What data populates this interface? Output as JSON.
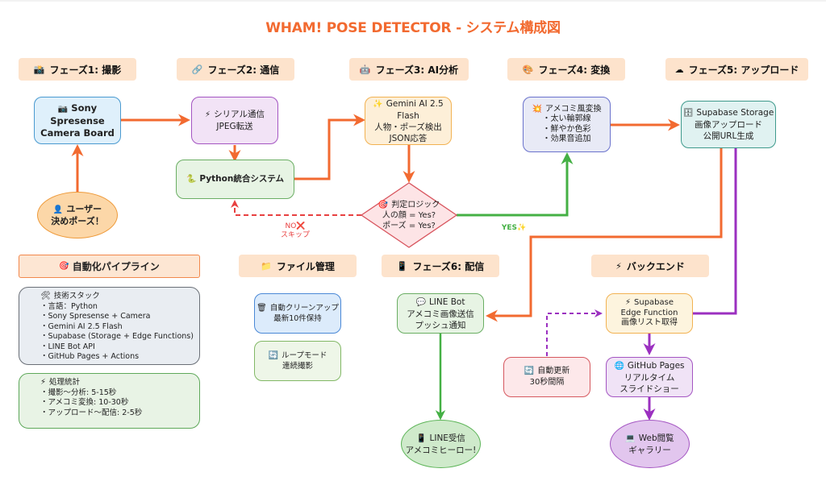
{
  "title": "WHAM! POSE DETECTOR - システム構成図",
  "colors": {
    "accent": "#f26a30",
    "orange_arrow": "#f26a30",
    "green_arrow": "#44b044",
    "purple_arrow": "#9b30c0",
    "red_dashed": "#e84040",
    "header_bg": "#fde3cc"
  },
  "phase_headers": [
    {
      "icon": "camera-flash-icon",
      "glyph": "📸",
      "label": "フェーズ1: 撮影"
    },
    {
      "icon": "link-icon",
      "glyph": "🔗",
      "label": "フェーズ2: 通信"
    },
    {
      "icon": "robot-icon",
      "glyph": "🤖",
      "label": "フェーズ3: AI分析"
    },
    {
      "icon": "palette-icon",
      "glyph": "🎨",
      "label": "フェーズ4: 変換"
    },
    {
      "icon": "cloud-icon",
      "glyph": "☁",
      "label": "フェーズ5: アップロード"
    },
    {
      "icon": "file-folder-icon",
      "glyph": "📁",
      "label": "ファイル管理"
    },
    {
      "icon": "phone-icon",
      "glyph": "📱",
      "label": "フェーズ6: 配信"
    },
    {
      "icon": "lightning-icon",
      "glyph": "⚡",
      "label": "バックエンド"
    }
  ],
  "nodes": {
    "camera": {
      "icon": "camera-icon",
      "glyph": "📷",
      "lines": [
        "Sony",
        "Spresense",
        "Camera Board"
      ]
    },
    "serial": {
      "icon": "lightning-icon",
      "glyph": "⚡",
      "lines": [
        "シリアル通信",
        "JPEG転送"
      ]
    },
    "python": {
      "icon": "snake-icon",
      "glyph": "🐍",
      "lines": [
        "Python統合システム"
      ]
    },
    "user": {
      "icon": "user-icon",
      "glyph": "👤",
      "lines": [
        "ユーザー",
        "決めポーズ！"
      ]
    },
    "gemini": {
      "icon": "sparkles-icon",
      "glyph": "✨",
      "lines": [
        "Gemini AI 2.5",
        "Flash",
        "人物・ポーズ検出",
        "JSON応答"
      ]
    },
    "decision": {
      "icon": "target-icon",
      "glyph": "🎯",
      "lines": [
        "判定ロジック",
        "人の顔 = Yes?",
        "ポーズ = Yes?"
      ]
    },
    "amecomi": {
      "icon": "collision-icon",
      "glyph": "💥",
      "lines": [
        "アメコミ風変換",
        "・太い輪郭線",
        "・鮮やか色彩",
        "・効果音追加"
      ]
    },
    "storage": {
      "icon": "file-cabinet-icon",
      "glyph": "🗄",
      "lines": [
        "Supabase Storage",
        "画像アップロード",
        "公開URL生成"
      ]
    },
    "cleanup": {
      "icon": "trash-icon",
      "glyph": "🗑",
      "lines": [
        "自動クリーンアップ",
        "最新10件保持"
      ]
    },
    "loop": {
      "icon": "refresh-icon",
      "glyph": "🔄",
      "lines": [
        "ループモード",
        "連続撮影"
      ]
    },
    "linebot": {
      "icon": "speech-bubble-icon",
      "glyph": "💬",
      "lines": [
        "LINE Bot",
        "アメコミ画像送信",
        "プッシュ通知"
      ]
    },
    "linerecv": {
      "icon": "phone-icon",
      "glyph": "📱",
      "lines": [
        "LINE受信",
        "アメコミヒーロー!"
      ]
    },
    "edge": {
      "icon": "lightning-icon",
      "glyph": "⚡",
      "lines": [
        "Supabase",
        "Edge Function",
        "画像リスト取得"
      ]
    },
    "autoupdate": {
      "icon": "refresh-icon",
      "glyph": "🔄",
      "lines": [
        "自動更新",
        "30秒間隔"
      ]
    },
    "ghpages": {
      "icon": "globe-icon",
      "glyph": "🌐",
      "lines": [
        "GitHub Pages",
        "リアルタイム",
        "スライドショー"
      ]
    },
    "web": {
      "icon": "monitor-icon",
      "glyph": "💻",
      "lines": [
        "Web閲覧",
        "ギャラリー"
      ]
    }
  },
  "edge_labels": {
    "no": "NO",
    "no_glyph": "❌",
    "skip": "スキップ",
    "yes": "YES",
    "yes_glyph": "✨"
  },
  "pipeline": {
    "icon": "target-icon",
    "glyph": "🎯",
    "label": "自動化パイプライン"
  },
  "tech_stack": {
    "icon": "tools-icon",
    "glyph": "🛠",
    "title": "技術スタック",
    "items": [
      "・言語：Python",
      "・Sony Spresense + Camera",
      "・Gemini AI 2.5 Flash",
      "・Supabase (Storage + Edge Functions)",
      "・LINE Bot API",
      "・GitHub Pages + Actions"
    ]
  },
  "stats": {
    "icon": "lightning-icon",
    "glyph": "⚡",
    "title": "処理統計",
    "items": [
      "・撮影〜分析: 5-15秒",
      "・アメコミ変換: 10-30秒",
      "・アップロード〜配信: 2-5秒"
    ]
  }
}
